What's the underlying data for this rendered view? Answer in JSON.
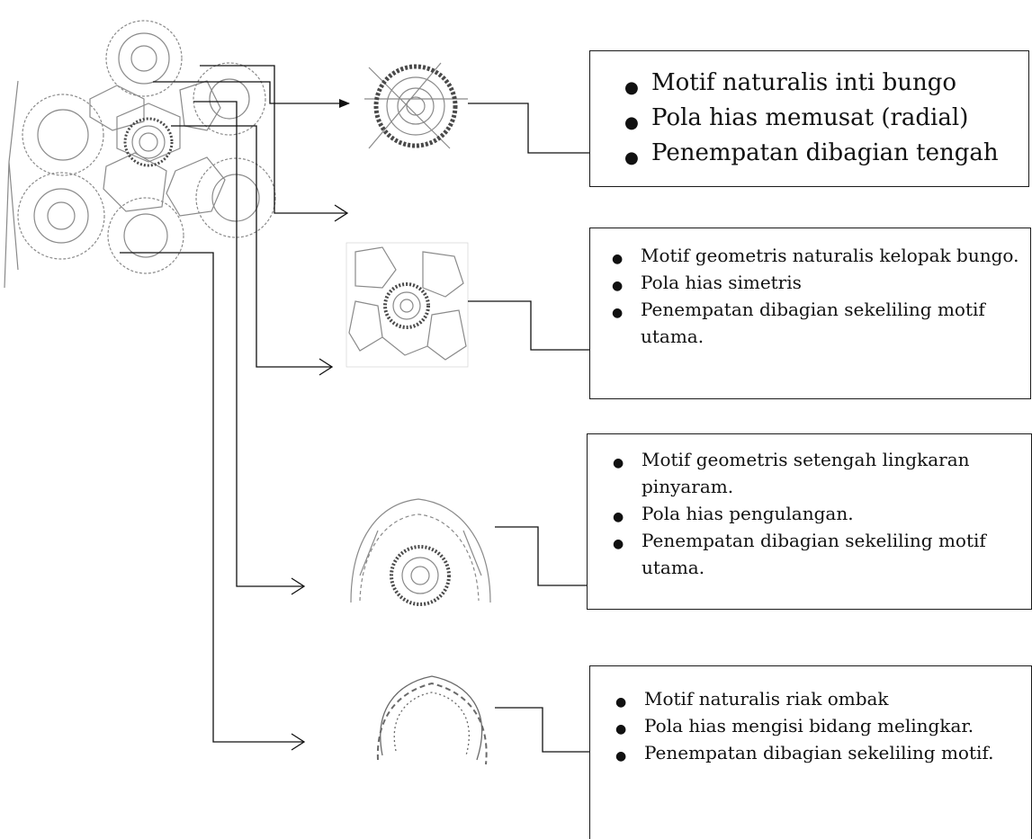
{
  "boxes": [
    {
      "items": [
        "Motif naturalis inti bungo",
        "Pola hias memusat (radial)",
        "Penempatan dibagian tengah"
      ]
    },
    {
      "items": [
        "Motif geometris naturalis kelopak bungo.",
        "Pola hias simetris",
        " Penempatan dibagian sekeliling motif utama."
      ]
    },
    {
      "items": [
        "Motif geometris setengah lingkaran pinyaram.",
        "Pola hias pengulangan.",
        " Penempatan dibagian sekeliling motif utama."
      ]
    },
    {
      "items": [
        "Motif naturalis riak ombak",
        "Pola hias mengisi bidang melingkar.",
        " Penempatan dibagian sekeliling motif."
      ]
    }
  ],
  "colors": {
    "line": "#111111",
    "sketch": "#8a8a8a",
    "sketch_dark": "#4a4a4a"
  }
}
